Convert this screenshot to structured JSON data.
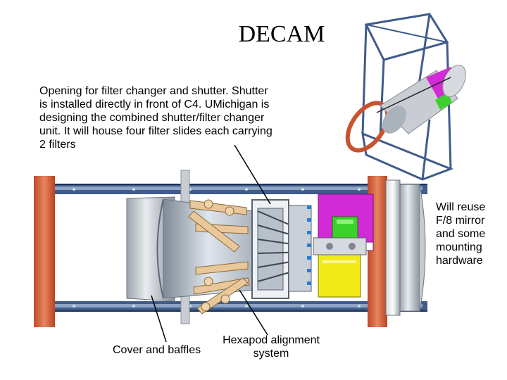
{
  "title": "DECAM",
  "annotations": {
    "filter_changer": "Opening for filter changer and shutter. Shutter\nis installed directly in front of C4. UMichigan is\ndesigning the combined shutter/filter changer\nunit. It will house four filter slides each carrying\n2 filters",
    "reuse": "Will reuse\nF/8 mirror\nand  some\nmounting\nhardware",
    "cover": "Cover and baffles",
    "hexapod": "Hexapod alignment\nsystem"
  },
  "colors": {
    "frame_orange": "#d9603c",
    "frame_blue": "#3f5c8a",
    "filter_magenta": "#d22ad6",
    "shutter_green": "#3cd12a",
    "unit_yellow": "#f2ea18",
    "shell_grey": "#c9cdd3"
  }
}
